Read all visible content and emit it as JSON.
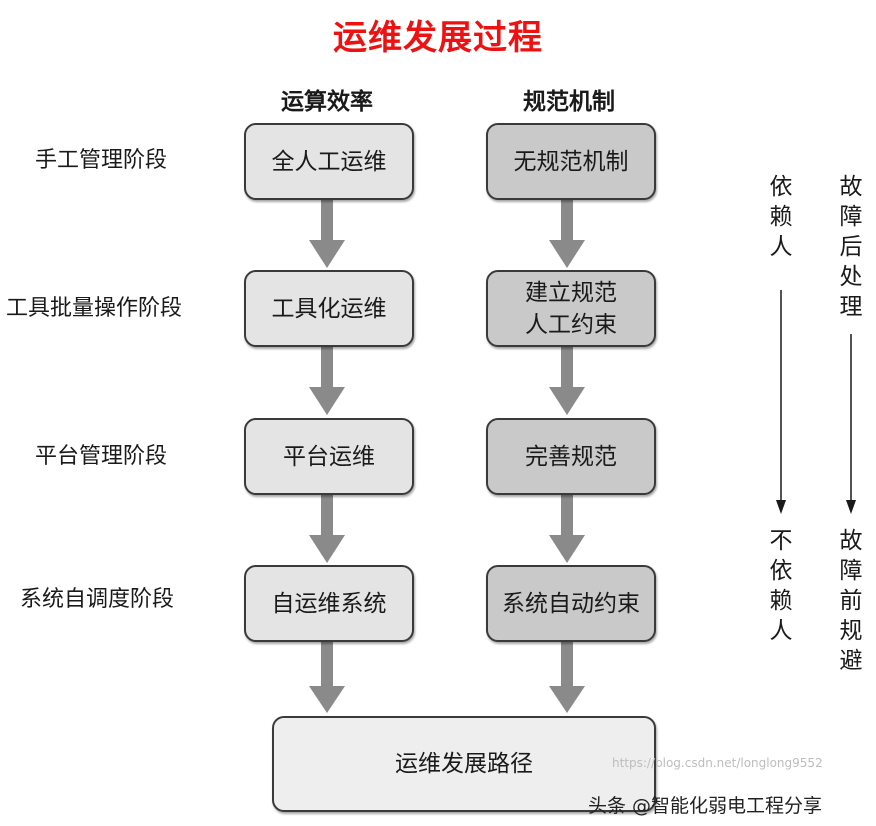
{
  "title": "运维发展过程",
  "columns": {
    "left": "运算效率",
    "right": "规范机制"
  },
  "stages": [
    "手工管理阶段",
    "工具批量操作阶段",
    "平台管理阶段",
    "系统自调度阶段"
  ],
  "left_boxes": [
    "全人工运维",
    "工具化运维",
    "平台运维",
    "自运维系统"
  ],
  "right_boxes": [
    "无规范机制",
    "建立规范\n人工约束",
    "完善规范",
    "系统自动约束"
  ],
  "final_box": "运维发展路径",
  "dependency": {
    "start": "依\n赖\n人",
    "end": "不\n依\n赖\n人"
  },
  "fault_handling": {
    "start": "故\n障\n后\n处\n理",
    "end": "故\n障\n前\n规\n避"
  },
  "watermark": "头条 @智能化弱电工程分享",
  "faint_url": "https://blog.csdn.net/longlong9552"
}
